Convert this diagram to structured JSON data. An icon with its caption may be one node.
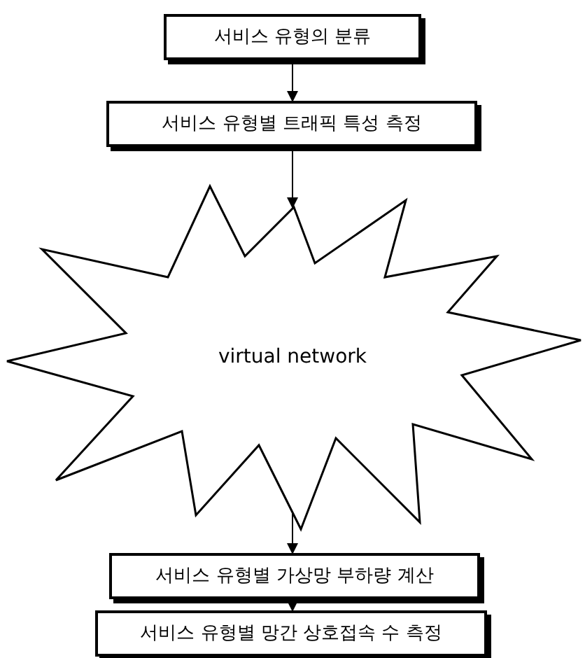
{
  "diagram": {
    "nodes": [
      {
        "text": [
          "서비스 유형의 분류"
        ]
      },
      {
        "text": [
          "서비스 유형별 트래픽 특성 측정"
        ]
      },
      {
        "text": [
          "virtual network"
        ]
      },
      {
        "text": [
          "서비스 유형별 가상망 부하량 계산"
        ]
      },
      {
        "text": [
          "서비스 유형별 망간 상호접속 수 측정"
        ]
      }
    ],
    "edges": [
      {
        "from": 0,
        "to": 1,
        "arrow": "to"
      },
      {
        "from": 1,
        "to": 2,
        "arrow": "to"
      },
      {
        "from": 2,
        "to": 3,
        "arrow": "to"
      },
      {
        "from": 3,
        "to": 4,
        "arrow": "to"
      }
    ]
  }
}
